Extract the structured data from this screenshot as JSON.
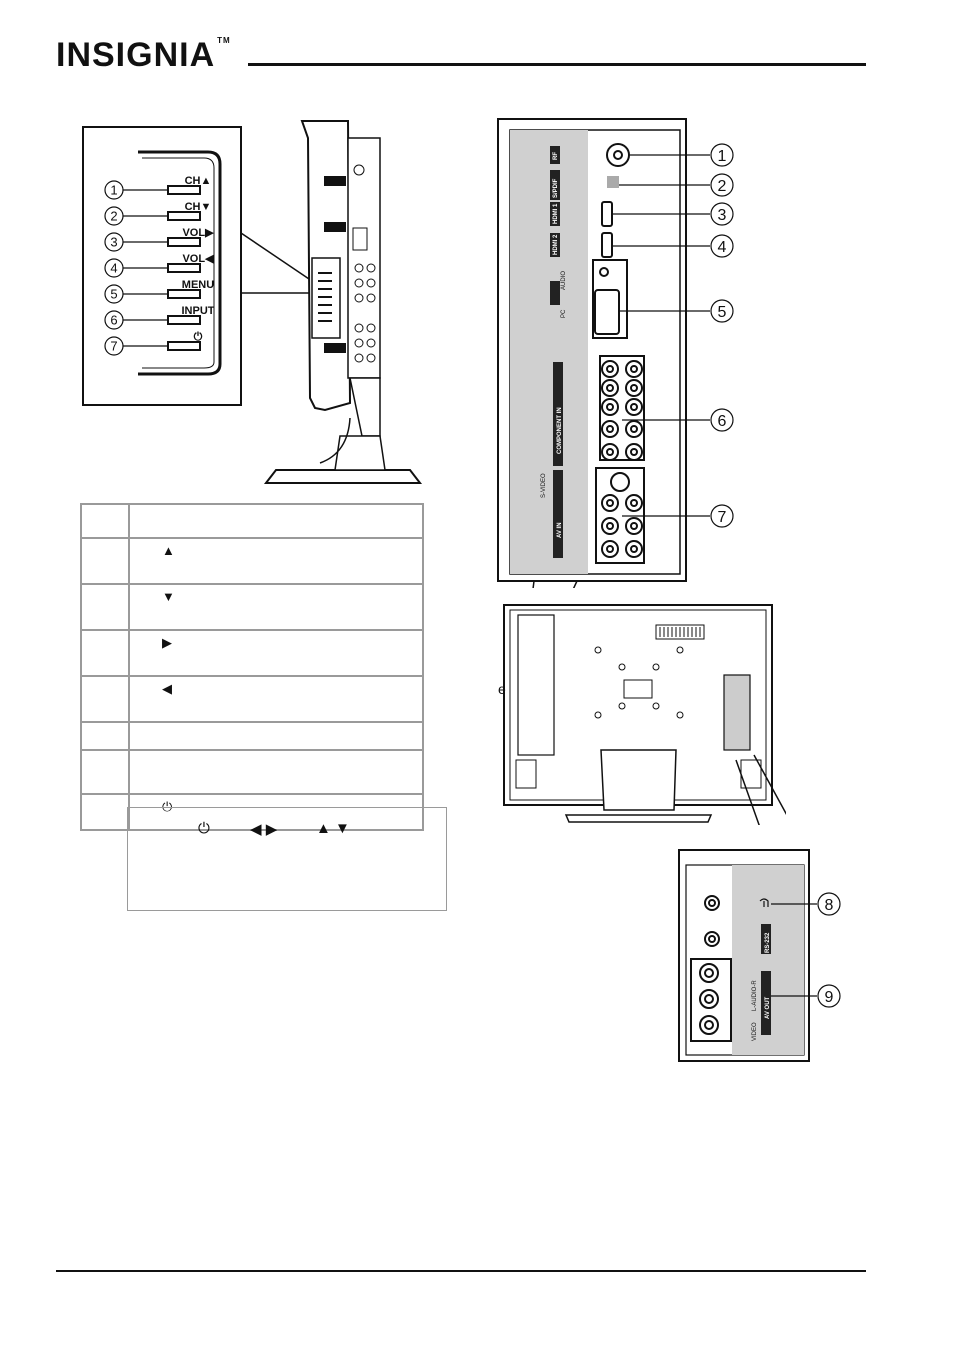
{
  "header": {
    "brand": "INSIGNIA",
    "trademark": "TM"
  },
  "side_panel": {
    "buttons": [
      "CH▲",
      "CH▼",
      "VOL▶",
      "VOL◀",
      "MENU",
      "INPUT",
      "⏻"
    ],
    "callouts": [
      "1",
      "2",
      "3",
      "4",
      "5",
      "6",
      "7"
    ]
  },
  "button_table": {
    "rows": [
      {
        "num": "",
        "icon": ""
      },
      {
        "num": "",
        "icon": "▲"
      },
      {
        "num": "",
        "icon": "▼"
      },
      {
        "num": "",
        "icon": "▶"
      },
      {
        "num": "",
        "icon": "◀"
      },
      {
        "num": "",
        "icon": ""
      },
      {
        "num": "",
        "icon": ""
      },
      {
        "num": "",
        "icon": "⏻"
      }
    ]
  },
  "note": {
    "power_icon": "⏻",
    "vol_icons": "◀ ▶",
    "ch_icons": "▲ ▼"
  },
  "rear_panel": {
    "labels": [
      "RF",
      "S/PDIF",
      "HDMI 1",
      "HDMI 2",
      "AUDIO",
      "PC",
      "COMPONENT IN",
      "AV IN",
      "S-VIDEO"
    ],
    "callouts": [
      "1",
      "2",
      "3",
      "4",
      "5",
      "6",
      "7"
    ]
  },
  "tv_back": {
    "label": "e"
  },
  "side_jacks": {
    "labels": [
      "RS-232",
      "AV OUT",
      "L-AUDIO-R",
      "VIDEO"
    ],
    "callouts": [
      "8",
      "9"
    ]
  }
}
